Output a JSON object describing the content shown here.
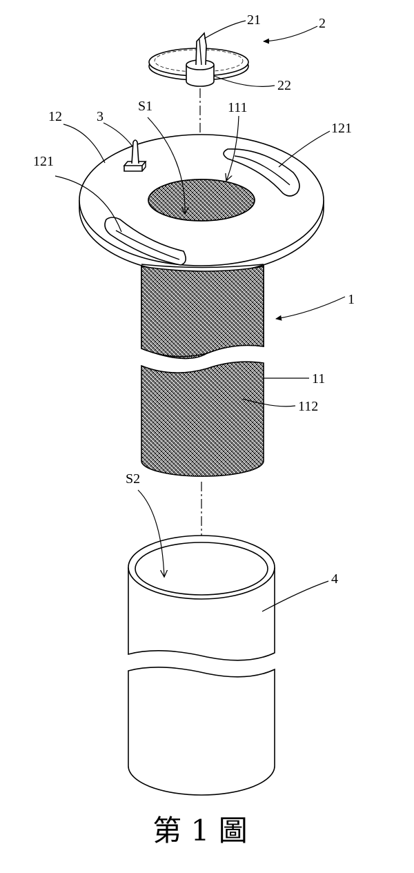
{
  "labels": {
    "cap": "2",
    "pin": "21",
    "plug": "22",
    "flange": "12",
    "nozzle": "3",
    "s1": "S1",
    "opening": "111",
    "slot_right": "121",
    "slot_left": "121",
    "filter": "1",
    "mesh_tube": "11",
    "mesh": "112",
    "s2": "S2",
    "sleeve": "4"
  },
  "caption": "第 1 圖",
  "colors": {
    "line": "#000000",
    "background": "#ffffff"
  }
}
